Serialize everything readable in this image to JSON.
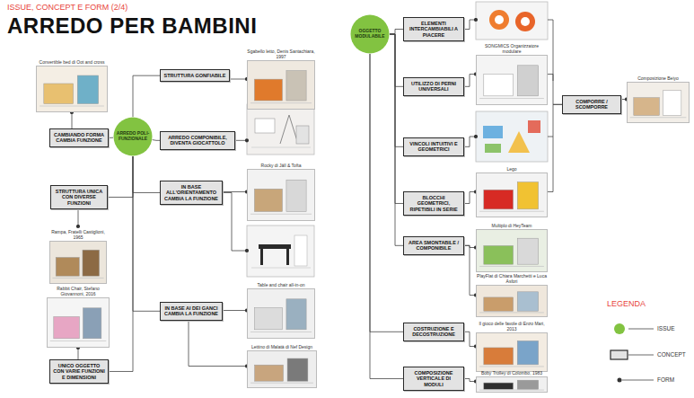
{
  "diagram": {
    "title": "ARREDO PER BAMBINI",
    "nodes": [
      {
        "text": [
          "ARREDO POLI-FUNZIONALE"
        ]
      },
      {
        "text": [
          "STRUTTURA GONFIABILE"
        ]
      },
      {
        "text": [
          "CAMBIANDO FORMA CAMBIA FUNZIONE"
        ]
      },
      {
        "text": [
          "ARREDO COMPONIBILE, DIVENTA GIOCATTOLO"
        ]
      },
      {
        "text": [
          "IN BASE ALL'ORIENTAMENTO CAMBIA LA FUNZIONE"
        ]
      },
      {
        "text": [
          "STRUTTURA UNICA CON DIVERSE FUNZIONI"
        ]
      },
      {
        "text": [
          "IN BASE AI DEI GANCI CAMBIA LA FUNZIONE"
        ]
      },
      {
        "text": [
          "UNICO OGGETTO CON VARIE FUNZIONI E DIMENSIONI"
        ]
      },
      {
        "text": [
          "Convertible bed di Oot and cross"
        ]
      },
      {
        "text": [
          "Sgabello letto, Denis Santachiara, 1997"
        ]
      },
      {
        "text": [
          "Rocky di Jäll & Tofta"
        ]
      },
      {
        "text": [
          "Rampa, Fratelli Castiglioni, 1965"
        ]
      },
      {
        "text": [
          "Table and chair all-in-on"
        ]
      },
      {
        "text": [
          "Rabbit Chair, Stefano Giovannoni, 2016"
        ]
      },
      {
        "text": [
          "Lettino di Malatà di Nef Design"
        ]
      },
      {
        "text": [
          "OGGETTO MODULABILE"
        ]
      },
      {
        "text": [
          "ELEMENTI INTERCAMBIABILI A PIACERE"
        ]
      },
      {
        "text": [
          "UTILIZZO DI PERNI UNIVERSALI"
        ]
      },
      {
        "text": [
          "VINCOLI INTUITIVI E GEOMETRICI"
        ]
      },
      {
        "text": [
          "BLOCCHI GEOMETRICI, RIPETIBILI IN SERIE"
        ]
      },
      {
        "text": [
          "AREA SMONTABILE / COMPONIBILE"
        ]
      },
      {
        "text": [
          "COSTRUZIONE E DECOSTRUZIONE"
        ]
      },
      {
        "text": [
          "COMPOSIZIONE VERTICALE DI MODULI"
        ]
      },
      {
        "text": [
          "COMPORRE / SCOMPORRE"
        ]
      },
      {
        "text": [
          "SONGMICS Organizzatore modulare"
        ]
      },
      {
        "text": [
          "Lego"
        ]
      },
      {
        "text": [
          "Multiplo di HeyTeam"
        ]
      },
      {
        "text": [
          "PlayFlat di Chiara Marchetti e Luca Asfori"
        ]
      },
      {
        "text": [
          "Il gioco delle favole di Enzo Mari, 2013"
        ]
      },
      {
        "text": [
          "Boby Trolley di Colombo, 1983"
        ]
      },
      {
        "text": [
          "Composizione Beiyo"
        ]
      }
    ],
    "edges": [
      {
        "from": 0,
        "to": 1,
        "arrow": "none"
      },
      {
        "from": 0,
        "to": 2,
        "arrow": "none"
      },
      {
        "from": 0,
        "to": 3,
        "arrow": "none"
      },
      {
        "from": 0,
        "to": 4,
        "arrow": "none"
      },
      {
        "from": 0,
        "to": 5,
        "arrow": "none"
      },
      {
        "from": 0,
        "to": 6,
        "arrow": "none"
      },
      {
        "from": 0,
        "to": 7,
        "arrow": "none"
      },
      {
        "from": 2,
        "to": 8,
        "arrow": "none"
      },
      {
        "from": 1,
        "to": 9,
        "arrow": "none"
      },
      {
        "from": 4,
        "to": 10,
        "arrow": "none"
      },
      {
        "from": 5,
        "to": 11,
        "arrow": "none"
      },
      {
        "from": 6,
        "to": 12,
        "arrow": "none"
      },
      {
        "from": 6,
        "to": 14,
        "arrow": "none"
      },
      {
        "from": 7,
        "to": 13,
        "arrow": "none"
      },
      {
        "from": 15,
        "to": 16,
        "arrow": "none"
      },
      {
        "from": 15,
        "to": 17,
        "arrow": "none"
      },
      {
        "from": 15,
        "to": 18,
        "arrow": "none"
      },
      {
        "from": 15,
        "to": 19,
        "arrow": "none"
      },
      {
        "from": 15,
        "to": 20,
        "arrow": "none"
      },
      {
        "from": 15,
        "to": 21,
        "arrow": "none"
      },
      {
        "from": 15,
        "to": 22,
        "arrow": "none"
      },
      {
        "from": 17,
        "to": 24,
        "arrow": "none"
      },
      {
        "from": 19,
        "to": 25,
        "arrow": "none"
      },
      {
        "from": 20,
        "to": 26,
        "arrow": "none"
      },
      {
        "from": 20,
        "to": 27,
        "arrow": "none"
      },
      {
        "from": 21,
        "to": 28,
        "arrow": "none"
      },
      {
        "from": 22,
        "to": 29,
        "arrow": "none"
      },
      {
        "from": 24,
        "to": 23,
        "arrow": "none"
      },
      {
        "from": 25,
        "to": 23,
        "arrow": "none"
      },
      {
        "from": 23,
        "to": 30,
        "arrow": "none"
      }
    ],
    "labels": [
      "ISSUE, CONCEPT E FORM (2/4)",
      "LEGENDA"
    ],
    "legend": [
      {
        "text": "ISSUE",
        "color": "#82c341"
      },
      {
        "text": "CONCEPT"
      },
      {
        "text": "FORM"
      }
    ]
  }
}
